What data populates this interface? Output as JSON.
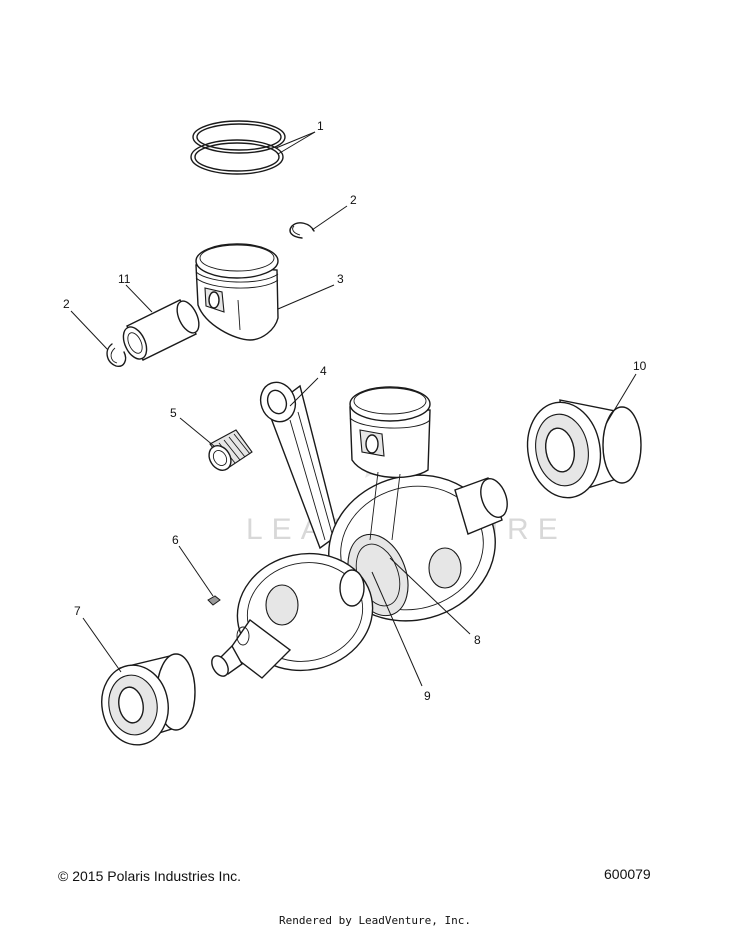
{
  "watermark": "LEADVENTURE",
  "callouts": [
    {
      "id": "callout-1",
      "label": "1"
    },
    {
      "id": "callout-2a",
      "label": "2"
    },
    {
      "id": "callout-2b",
      "label": "2"
    },
    {
      "id": "callout-3",
      "label": "3"
    },
    {
      "id": "callout-4",
      "label": "4"
    },
    {
      "id": "callout-5",
      "label": "5"
    },
    {
      "id": "callout-6",
      "label": "6"
    },
    {
      "id": "callout-7",
      "label": "7"
    },
    {
      "id": "callout-8",
      "label": "8"
    },
    {
      "id": "callout-9",
      "label": "9"
    },
    {
      "id": "callout-10",
      "label": "10"
    },
    {
      "id": "callout-11",
      "label": "11"
    }
  ],
  "footer": {
    "copyright": "© 2015 Polaris Industries Inc.",
    "diagram_id": "600079",
    "rendered_by": "Rendered by LeadVenture, Inc."
  }
}
